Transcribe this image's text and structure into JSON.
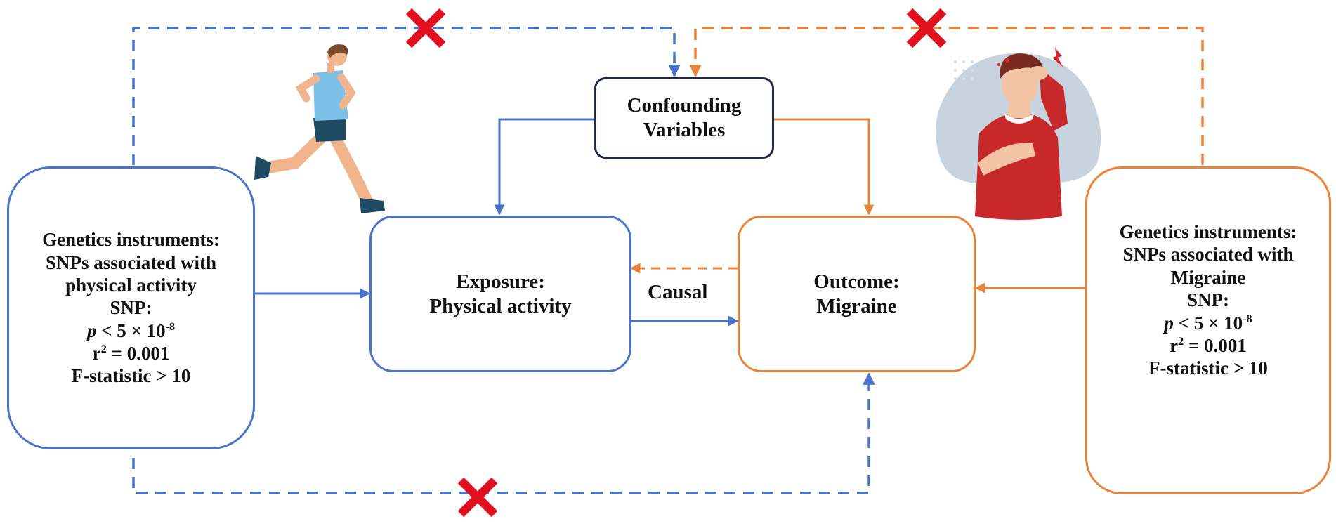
{
  "colors": {
    "exposure_blue": "#4a74c9",
    "outcome_orange": "#e8843a",
    "confounder_border": "#1f2a44",
    "violation_mark_red": "#e0101e",
    "background": "#ffffff"
  },
  "left_instrument": {
    "line1": "Genetics instruments:",
    "line2": "SNPs associated with",
    "line3": "physical activity",
    "line4": "SNP:",
    "p_prefix": "p",
    "p_main": " < 5 × 10",
    "p_exp": "-8",
    "r_prefix": "r",
    "r_exp": "2",
    "r_rest": " = 0.001",
    "f_line": "F-statistic > 10"
  },
  "right_instrument": {
    "line1": "Genetics instruments:",
    "line2": "SNPs associated with",
    "line3": "Migraine",
    "line4": "SNP:",
    "p_prefix": "p",
    "p_main": " < 5 × 10",
    "p_exp": "-8",
    "r_prefix": "r",
    "r_exp": "2",
    "r_rest": " = 0.001",
    "f_line": "F-statistic > 10"
  },
  "exposure": {
    "line1": "Exposure:",
    "line2": "Physical activity"
  },
  "outcome": {
    "line1": "Outcome:",
    "line2": "Migraine"
  },
  "confounders": {
    "line1": "Confounding",
    "line2": "Variables"
  },
  "causal_label": "Causal",
  "icons": [
    "runner-illustration",
    "migraine-person-illustration",
    "red-x-icon"
  ]
}
